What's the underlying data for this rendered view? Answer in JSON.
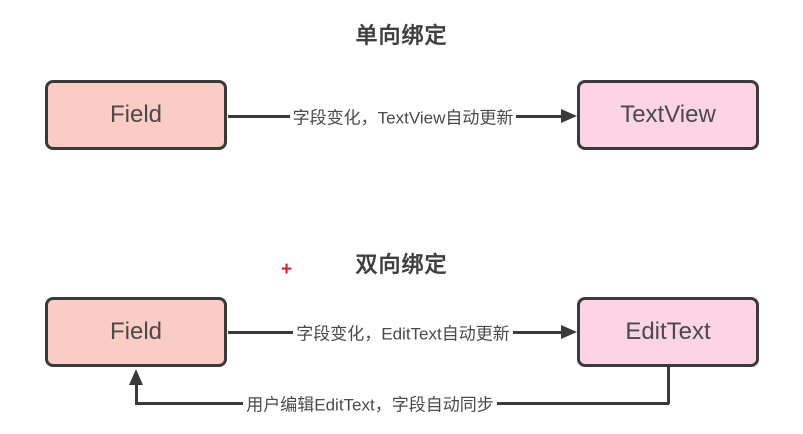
{
  "colors": {
    "background": "#ffffff",
    "line": "#3a3a3a",
    "box_border": "#3a3a3a",
    "field_box_fill": "#fbccc4",
    "view_box_fill": "#fdd3e6",
    "title_text": "#3f3f3f",
    "label_text": "#4a4a4a",
    "cursor_red": "#dc2126"
  },
  "one_way": {
    "title": "单向绑定",
    "source_label": "Field",
    "target_label": "TextView",
    "forward_arrow_label": "字段变化，TextView自动更新"
  },
  "two_way": {
    "title": "双向绑定",
    "source_label": "Field",
    "target_label": "EditText",
    "forward_arrow_label": "字段变化，EditText自动更新",
    "back_arrow_label": "用户编辑EditText，字段自动同步"
  },
  "cursor": {
    "glyph": "+"
  }
}
